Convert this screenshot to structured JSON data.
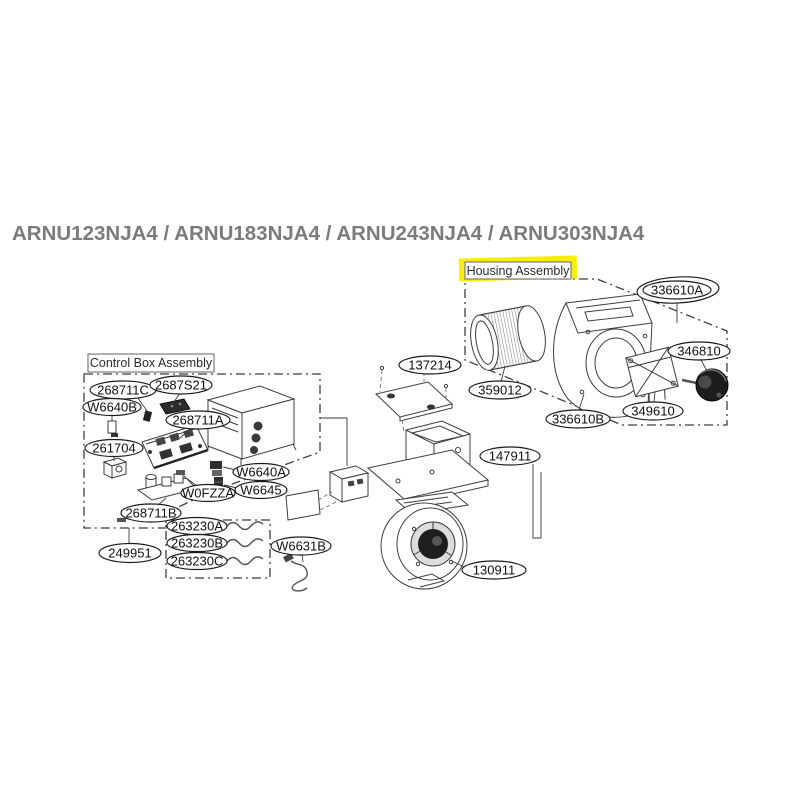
{
  "title": "ARNU123NJA4 / ARNU183NJA4 / ARNU243NJA4 / ARNU303NJA4",
  "assemblies": {
    "housing": "Housing Assembly",
    "control_box": "Control Box Assembly"
  },
  "colors": {
    "highlight": "#f8ee05",
    "title_gray": "#7b7b7b",
    "line": "#3c3c3c"
  },
  "parts": {
    "p336610A": "336610A",
    "p346810": "346810",
    "p349610": "349610",
    "p336610B": "336610B",
    "p359012": "359012",
    "p137214": "137214",
    "p147911": "147911",
    "p130911": "130911",
    "p268711C": "268711C",
    "p2687S21": "2687S21",
    "pW6640B": "W6640B",
    "p268711A": "268711A",
    "p261704": "261704",
    "pW6640A": "W6640A",
    "pW0FZZA": "W0FZZA",
    "pW6645": "W6645",
    "p268711B": "268711B",
    "p263230A": "263230A",
    "p263230B": "263230B",
    "p263230C": "263230C",
    "p249951": "249951",
    "pW6631B": "W6631B"
  }
}
